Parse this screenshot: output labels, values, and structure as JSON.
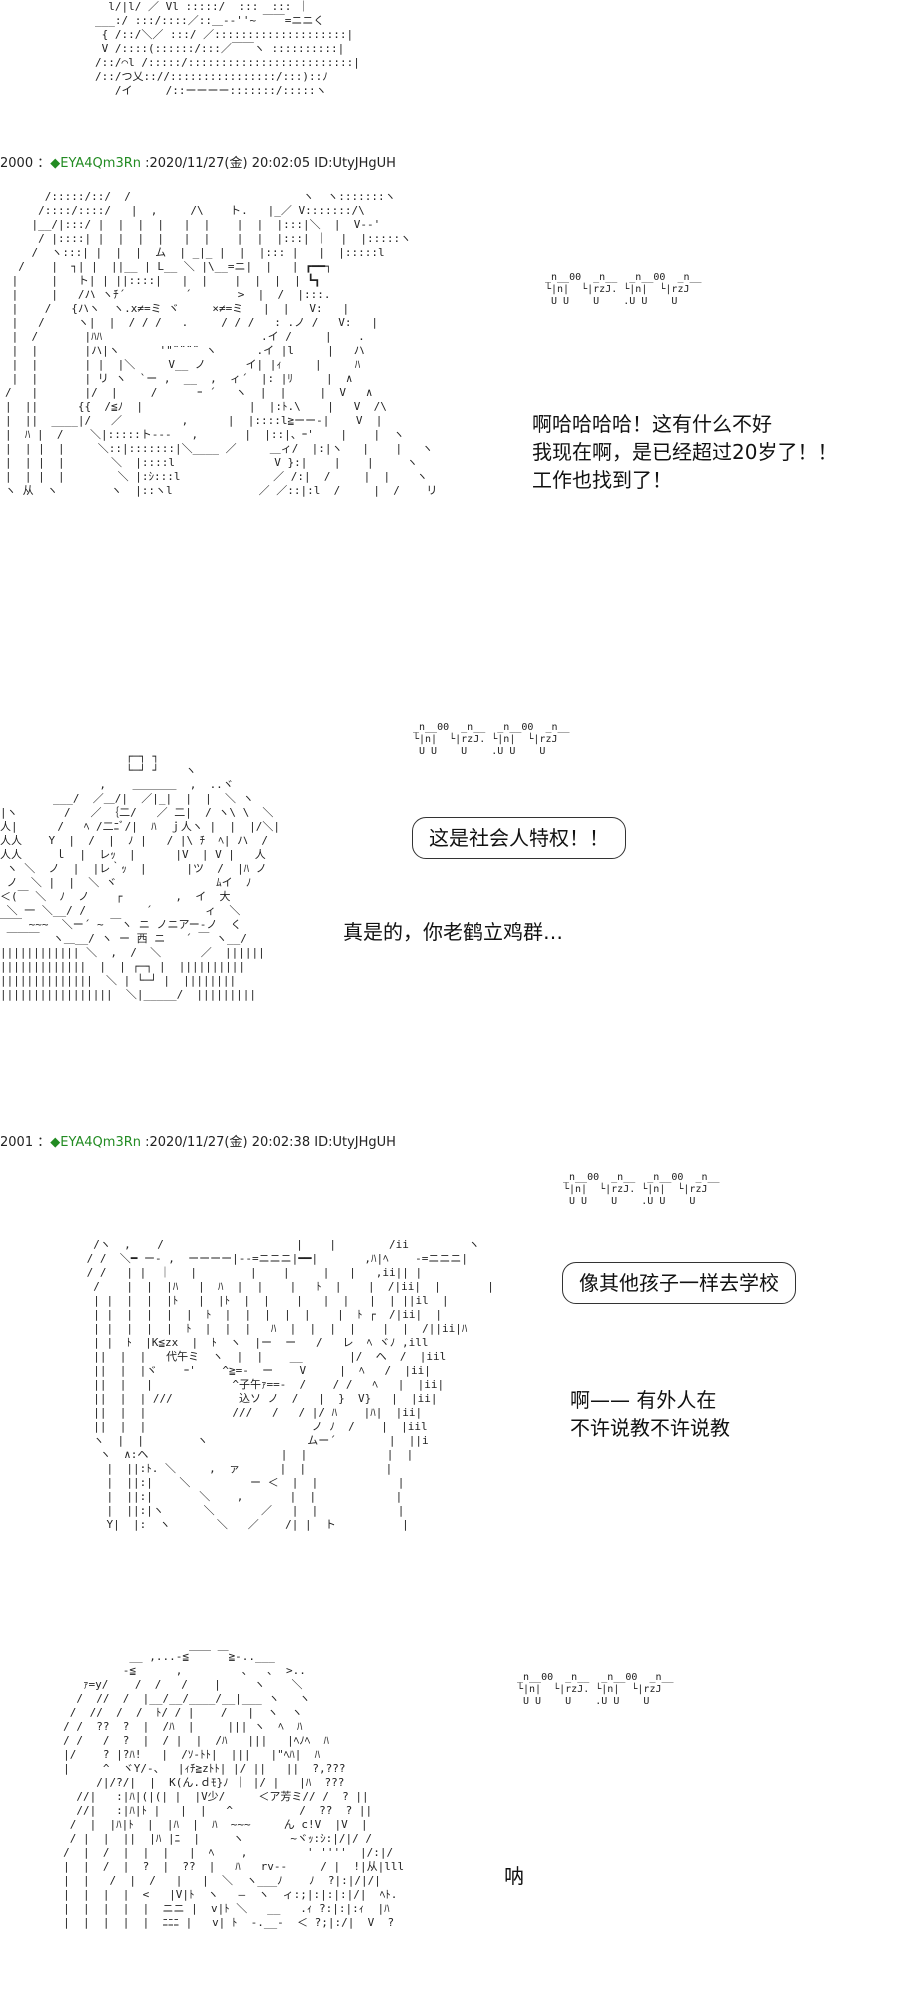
{
  "posts": [
    {
      "number": "2000",
      "name": "EYA4Qm3Rn",
      "datetime": "2020/11/27(金) 20:02:05",
      "id": "ID:UtyJHgUH"
    },
    {
      "number": "2001",
      "name": "EYA4Qm3Rn",
      "datetime": "2020/11/27(金) 20:02:38",
      "id": "ID:UtyJHgUH"
    }
  ],
  "sfx_laugh": "_n__00  _n__  _n__00  _n__\n└|n|  └|rzJ. └|n|  └|rzJ\n U U    U    .U U    U",
  "panel1": {
    "lines": [
      "啊哈哈哈哈！这有什么不好",
      "我现在啊，是已经超过20岁了！！",
      "工作也找到了！"
    ]
  },
  "panel2": {
    "bubble": "这是社会人特权！！",
    "reply": "真是的，你老鹤立鸡群…"
  },
  "panel3": {
    "bubble": "像其他孩子一样去学校",
    "lines": [
      "啊—— 有外人在",
      "不许说教不许说教"
    ]
  },
  "panel4": {
    "text": "呐"
  }
}
